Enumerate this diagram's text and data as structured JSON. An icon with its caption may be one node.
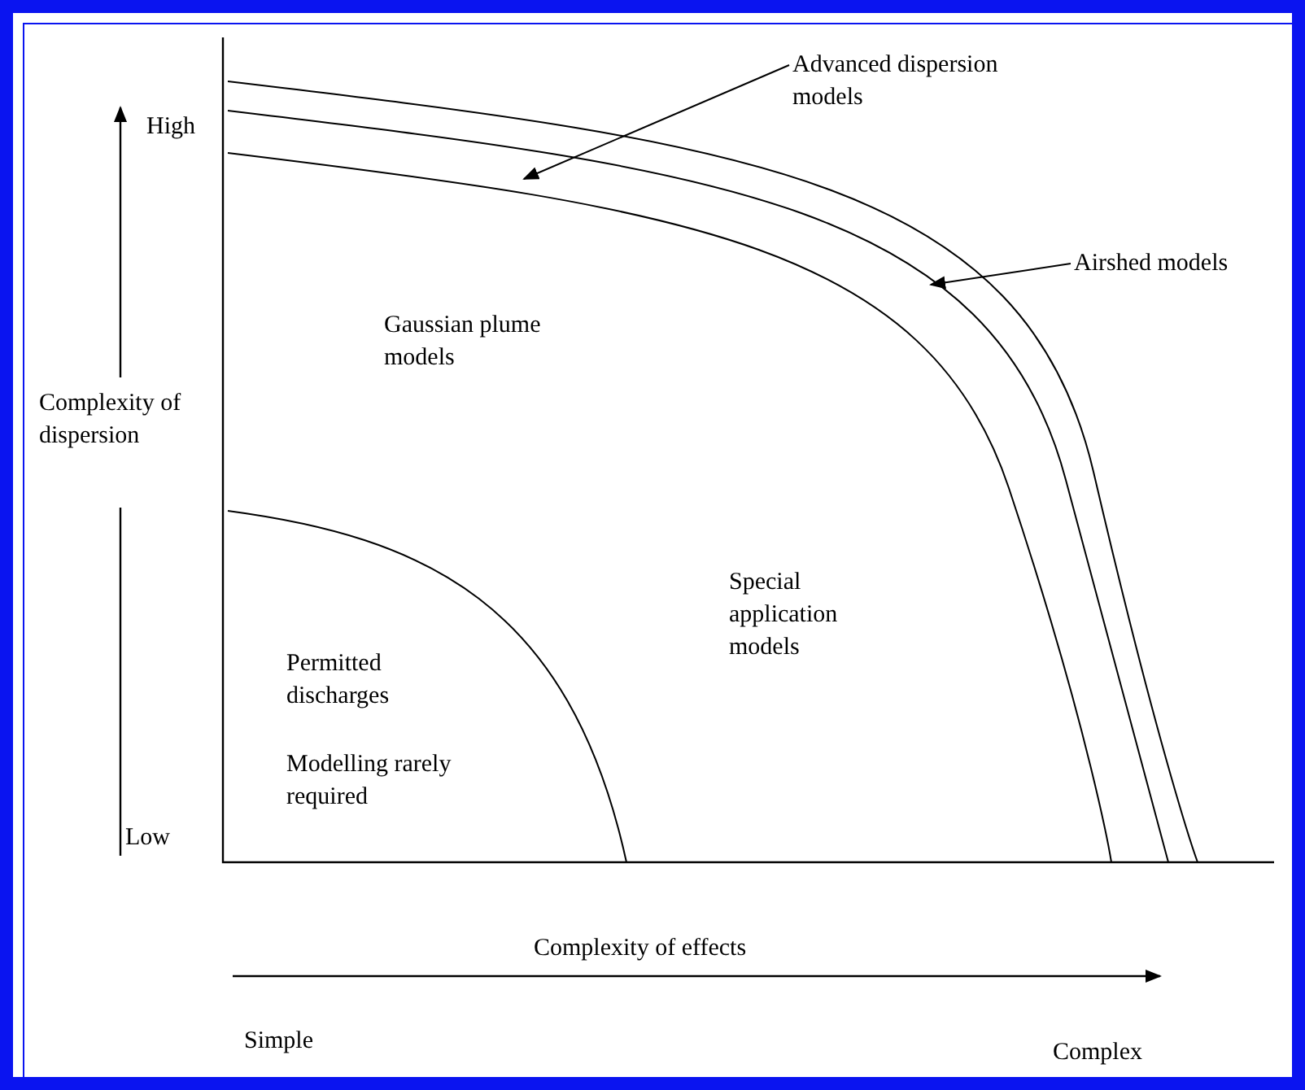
{
  "diagram": {
    "nodes": [
      {
        "text": [
          "Advanced dispersion models"
        ]
      },
      {
        "text": [
          "Airshed models"
        ]
      }
    ],
    "edges": [
      {
        "from": 0,
        "to": null,
        "arrow": "to"
      },
      {
        "from": 1,
        "to": null,
        "arrow": "to"
      }
    ],
    "labels": [
      "High",
      "Gaussian plume models",
      "Complexity of dispersion",
      "Special application models",
      "Permitted discharges",
      "Modelling rarely required",
      "Low",
      "Complexity of effects",
      "Simple",
      "Complex"
    ]
  }
}
